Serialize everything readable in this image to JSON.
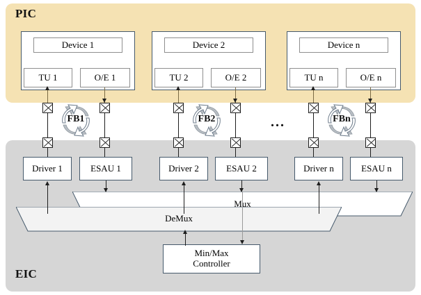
{
  "pic": {
    "title": "PIC",
    "bg_color": "#F5E2B3",
    "groups": [
      {
        "device": "Device 1",
        "tu": "TU 1",
        "oe": "O/E 1"
      },
      {
        "device": "Device 2",
        "tu": "TU 2",
        "oe": "O/E 2"
      },
      {
        "device": "Device n",
        "tu": "TU n",
        "oe": "O/E n"
      }
    ]
  },
  "feedback": {
    "icon": "circular-arrows-icon",
    "labels": [
      "FB1",
      "FB2",
      "FBn"
    ],
    "ellipsis": "..."
  },
  "eic": {
    "title": "EIC",
    "bg_color": "#D6D6D6",
    "channels": [
      {
        "driver": "Driver 1",
        "esau": "ESAU 1"
      },
      {
        "driver": "Driver 2",
        "esau": "ESAU 2"
      },
      {
        "driver": "Driver n",
        "esau": "ESAU n"
      }
    ],
    "mux": "Mux",
    "demux": "DeMux",
    "controller_line1": "Min/Max",
    "controller_line2": "Controller"
  }
}
